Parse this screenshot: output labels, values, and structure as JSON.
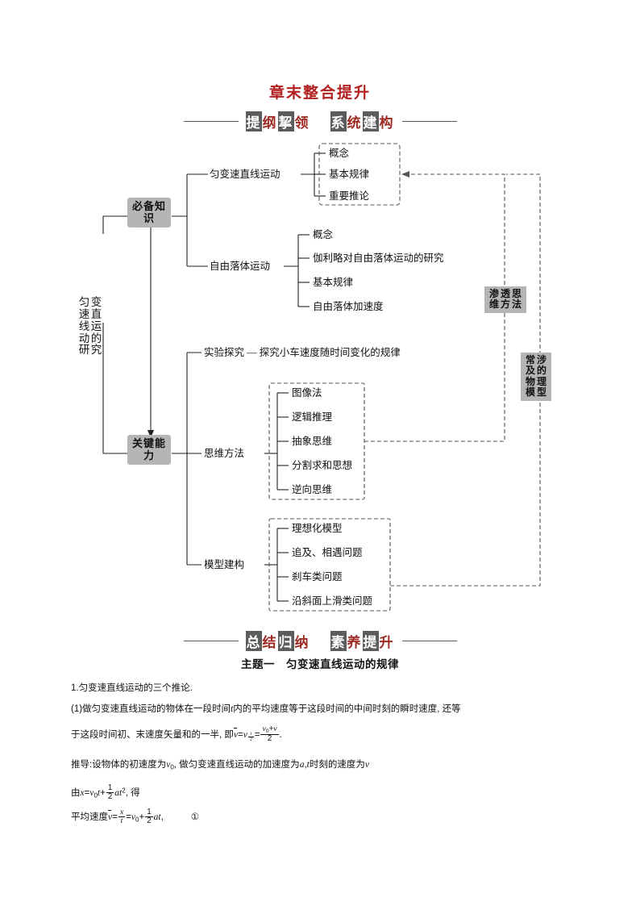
{
  "chapter_title": "章末整合提升",
  "band1": {
    "group1": [
      "提",
      "纲",
      "挈",
      "领"
    ],
    "group2": [
      "系",
      "统",
      "建",
      "构"
    ]
  },
  "band2": {
    "group1": [
      "总",
      "结",
      "归",
      "纳"
    ],
    "group2": [
      "素",
      "养",
      "提",
      "升"
    ]
  },
  "topic": "主题一　匀变速直线运动的规律",
  "diagram": {
    "root_title": "匀变速直线运动的研究",
    "node_required": "必备知识",
    "node_key": "关键能力",
    "branch_uniform": "匀变速直线运动",
    "branch_freefall": "自由落体运动",
    "uniform_items": [
      "概念",
      "基本规律",
      "重要推论"
    ],
    "freefall_items": [
      "概念",
      "伽利略对自由落体运动的研究",
      "基本规律",
      "自由落体加速度"
    ],
    "experiment": "实验探究 — 探究小车速度随时间变化的规律",
    "branch_thinking": "思维方法",
    "thinking_items": [
      "图像法",
      "逻辑推理",
      "抽象思维",
      "分割求和思想",
      "逆向思维"
    ],
    "branch_model": "模型建构",
    "model_items": [
      "理想化模型",
      "追及、相遇问题",
      "刹车类问题",
      "沿斜面上滑类问题"
    ],
    "side_label_1": "渗透思维方法",
    "side_label_2": "常涉及的物理模型",
    "colors": {
      "node_fill": "#b5b5b5",
      "line": "#222222",
      "dashed": "#555555"
    }
  },
  "body": {
    "line1": "1.匀变速直线运动的三个推论.",
    "line2_a": "(1)做匀变速直线运动的物体在一段时间",
    "line2_t": "t",
    "line2_b": "内的平均速度等于这段时间的中间时刻的瞬时速度, 还等",
    "line3_a": "于这段时间初、末速度矢量和的一半, 即",
    "line3_eq_v": "v",
    "line3_eq_eq": "=",
    "line3_sub1": "t",
    "line3_sub2": "2",
    "line3_num": "v",
    "line3_num_sub": "0",
    "line3_plus": "+",
    "line3_num2": "v",
    "line3_den": "2",
    "line3_end": ".",
    "line4_a": "推导:设物体的初速度为",
    "line4_v0": "v",
    "line4_v0sub": "0",
    "line4_b": ", 做匀变速直线运动的加速度为",
    "line4_a2": "a",
    "line4_c": ",",
    "line4_t": "t",
    "line4_d": "时刻的速度为",
    "line4_v": "v",
    "line5_a": "由",
    "line5_x": "x",
    "line5_eq": "=",
    "line5_v0": "v",
    "line5_v0sub": "0",
    "line5_t": "t",
    "line5_plus": "+",
    "line5_fnum": "1",
    "line5_fden": "2",
    "line5_at": "at",
    "line5_sup": "2",
    "line5_b": ", 得",
    "line6_a": "平均速度",
    "line6_v": "v",
    "line6_eq1": "=",
    "line6_fx": "x",
    "line6_ft": "t",
    "line6_eq2": "=",
    "line6_v0": "v",
    "line6_v0sub": "0",
    "line6_plus": "+",
    "line6_fnum": "1",
    "line6_fden": "2",
    "line6_at": "at",
    "line6_b": ",",
    "line6_mark": "①"
  }
}
